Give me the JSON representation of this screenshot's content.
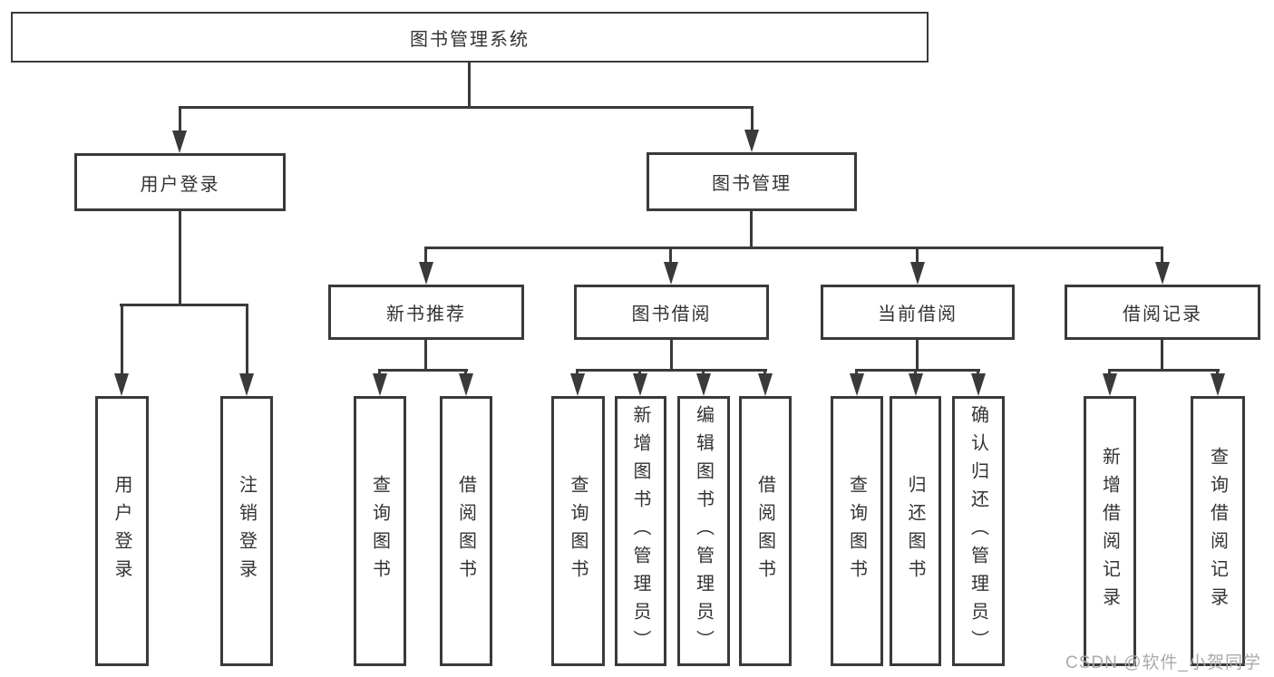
{
  "diagram": {
    "root": {
      "label": "图书管理系统"
    },
    "level2": [
      {
        "label": "用户登录"
      },
      {
        "label": "图书管理"
      }
    ],
    "level3": [
      {
        "label": "新书推荐"
      },
      {
        "label": "图书借阅"
      },
      {
        "label": "当前借阅"
      },
      {
        "label": "借阅记录"
      }
    ],
    "leaves": {
      "user_login": [
        {
          "label": "用户登录"
        },
        {
          "label": "注销登录"
        }
      ],
      "new_books": [
        {
          "label": "查询图书"
        },
        {
          "label": "借阅图书"
        }
      ],
      "book_borrow": [
        {
          "label": "查询图书"
        },
        {
          "label": "新增图书（管理员）"
        },
        {
          "label": "编辑图书（管理员）"
        },
        {
          "label": "借阅图书"
        }
      ],
      "current_borrow": [
        {
          "label": "查询图书"
        },
        {
          "label": "归还图书"
        },
        {
          "label": "确认归还（管理员）"
        }
      ],
      "borrow_records": [
        {
          "label": "新增借阅记录"
        },
        {
          "label": "查询借阅记录"
        }
      ]
    }
  },
  "watermark": {
    "text": "CSDN @软件_小贺同学"
  },
  "colors": {
    "line": "#3a3a3a",
    "text": "#333333",
    "watermark": "#ababab",
    "background": "#ffffff"
  }
}
